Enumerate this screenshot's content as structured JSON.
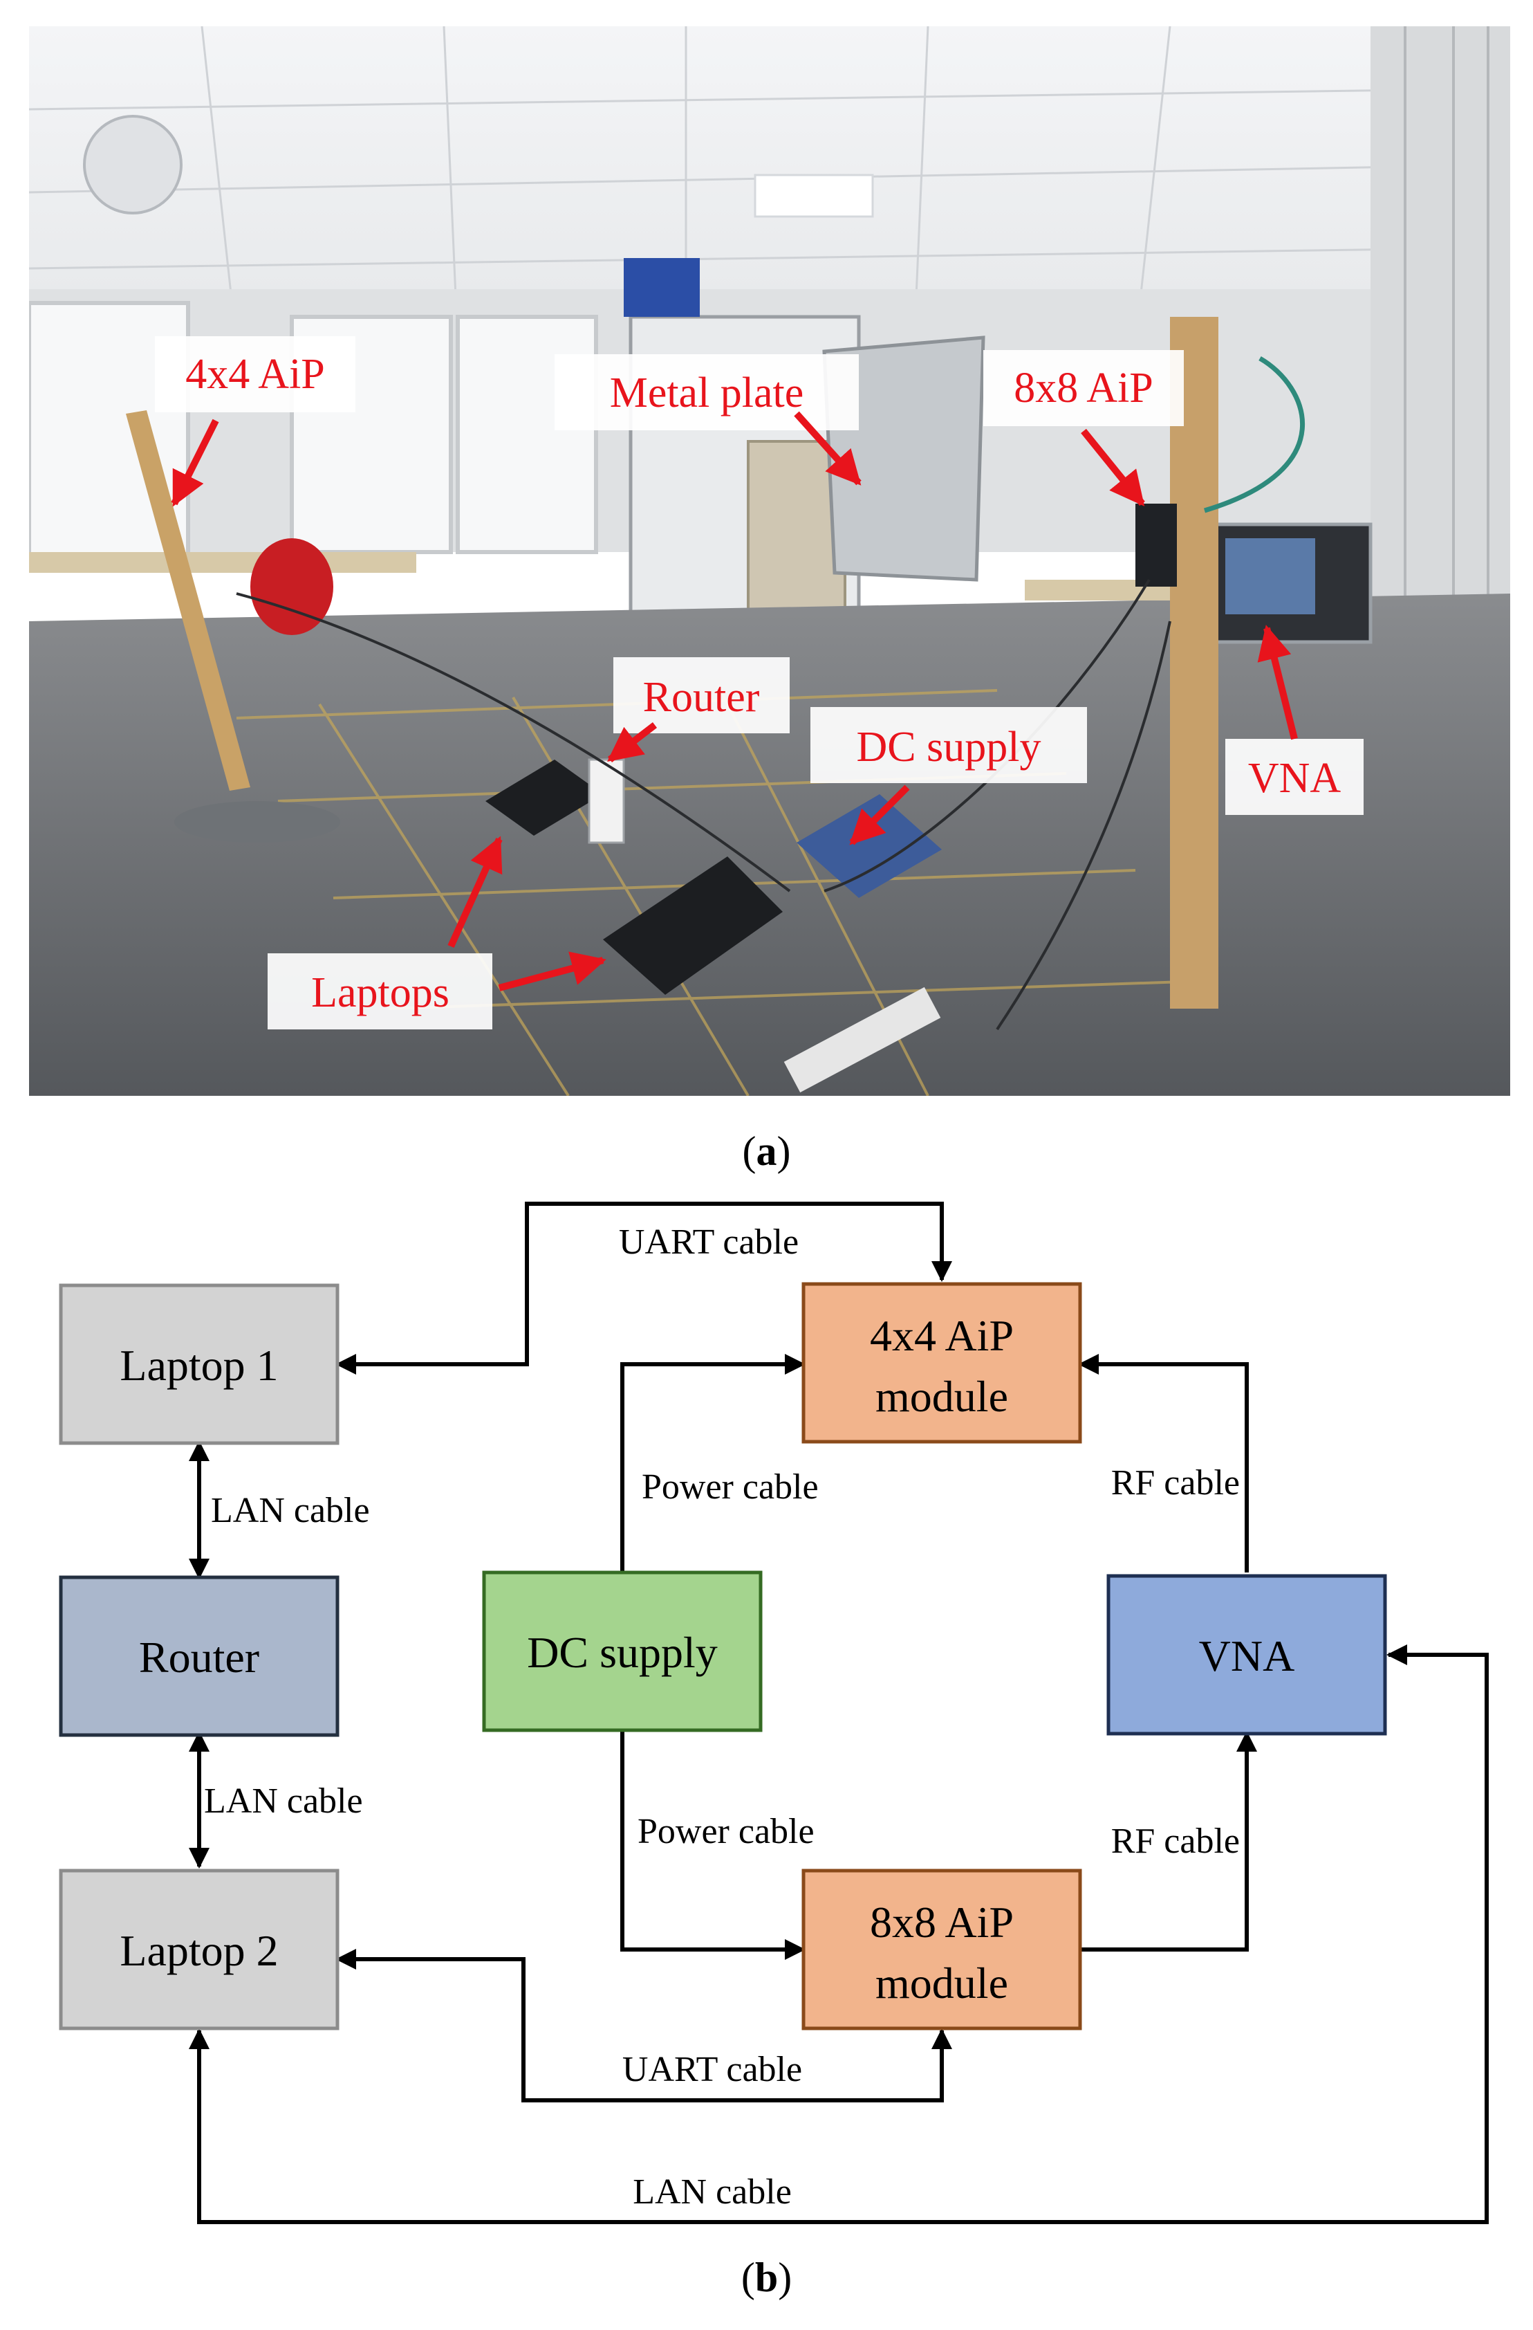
{
  "panel_a": {
    "caption_letter": "a",
    "labels": {
      "aip4": "4x4 AiP",
      "metal": "Metal plate",
      "aip8": "8x8 AiP",
      "router": "Router",
      "dc": "DC supply",
      "vna": "VNA",
      "laptops": "Laptops"
    },
    "label_color": "#e8141c"
  },
  "panel_b": {
    "caption_letter": "b",
    "nodes": {
      "laptop1": "Laptop 1",
      "router": "Router",
      "laptop2": "Laptop 2",
      "dc": "DC supply",
      "aip4_line1": "4x4 AiP",
      "aip4_line2": "module",
      "aip8_line1": "8x8 AiP",
      "aip8_line2": "module",
      "vna": "VNA"
    },
    "edges": {
      "uart_top": "UART cable",
      "lan1": "LAN cable",
      "lan2": "LAN cable",
      "power_top": "Power cable",
      "power_bottom": "Power cable",
      "rf_top": "RF cable",
      "rf_bottom": "RF cable",
      "uart_bottom": "UART cable",
      "lan_bottom": "LAN cable"
    },
    "colors": {
      "laptop": "#d3d3d3",
      "router": "#aab7cc",
      "dc": "#a4d48e",
      "aip": "#f2b48c",
      "vna": "#8eaadb"
    }
  }
}
